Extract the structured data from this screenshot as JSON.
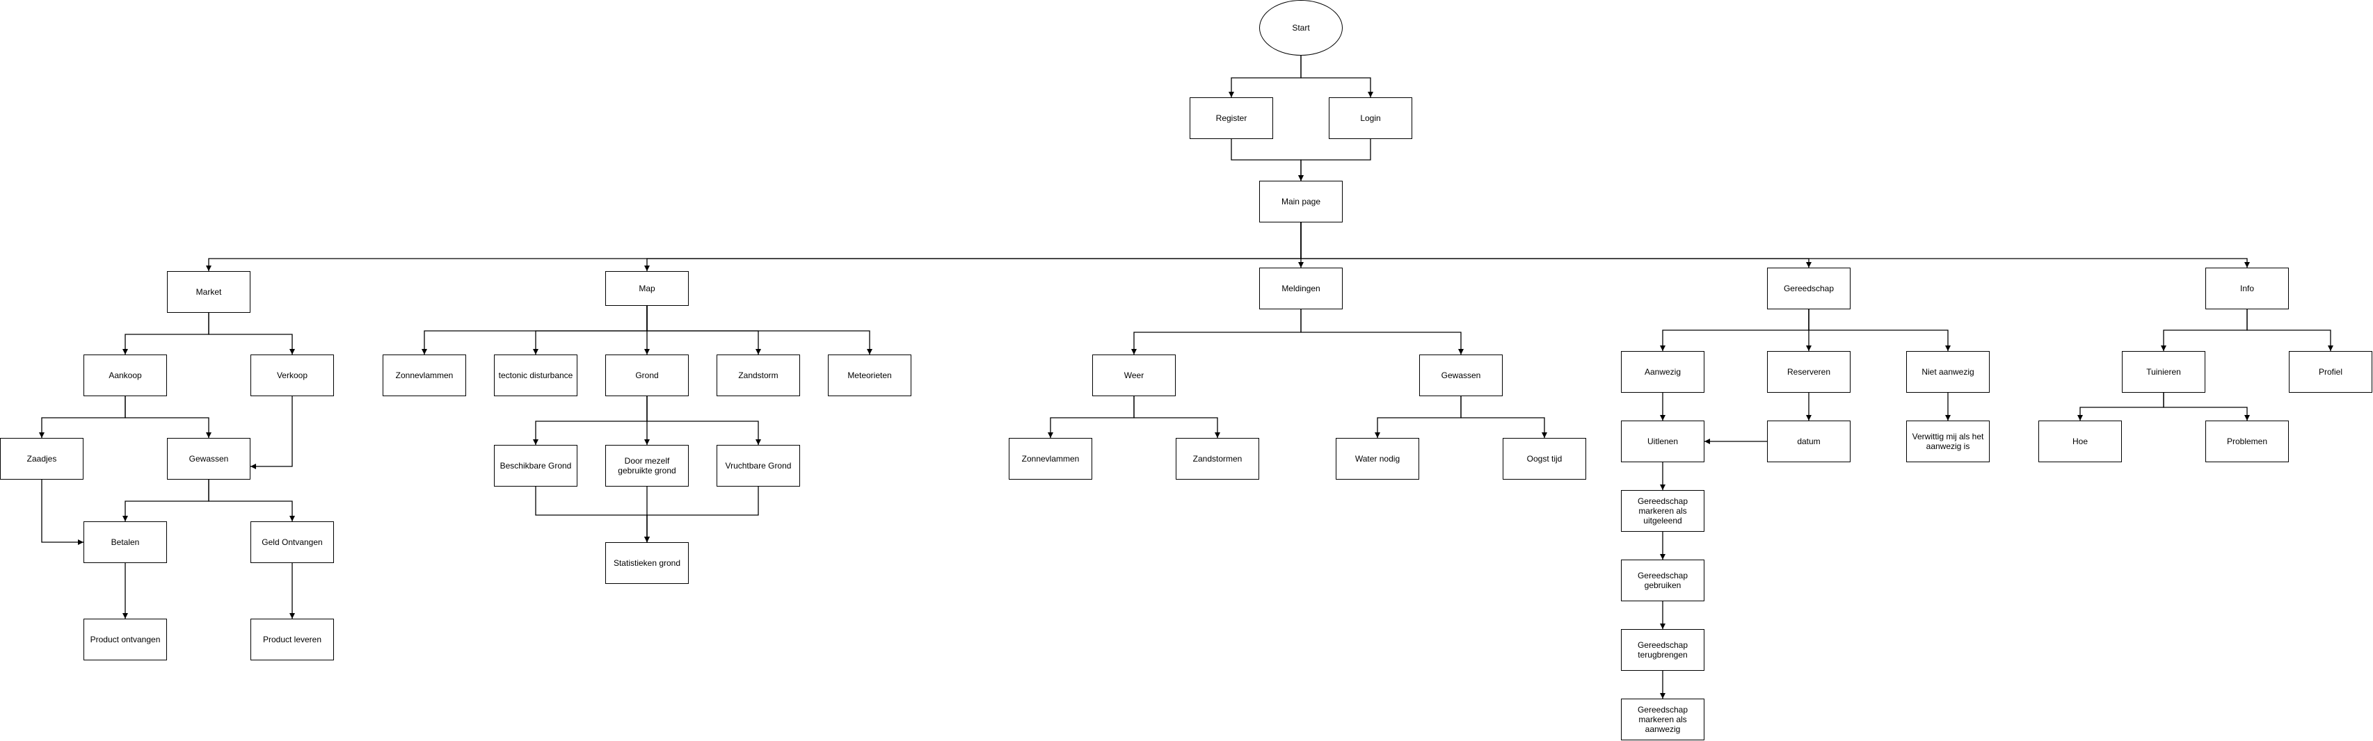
{
  "diagram": {
    "nodes": [
      {
        "id": "start",
        "label": "Start",
        "shape": "ellipse"
      },
      {
        "id": "register",
        "label": "Register"
      },
      {
        "id": "login",
        "label": "Login"
      },
      {
        "id": "main",
        "label": "Main page"
      },
      {
        "id": "market",
        "label": "Market"
      },
      {
        "id": "map",
        "label": "Map"
      },
      {
        "id": "meldingen",
        "label": "Meldingen"
      },
      {
        "id": "gereedschap",
        "label": "Gereedschap"
      },
      {
        "id": "info",
        "label": "Info"
      },
      {
        "id": "aankoop",
        "label": "Aankoop"
      },
      {
        "id": "verkoop",
        "label": "Verkoop"
      },
      {
        "id": "zaadjes",
        "label": "Zaadjes"
      },
      {
        "id": "gewassen_m",
        "label": "Gewassen"
      },
      {
        "id": "betalen",
        "label": "Betalen"
      },
      {
        "id": "geld",
        "label": "Geld Ontvangen"
      },
      {
        "id": "product_ontvangen",
        "label": "Product ontvangen"
      },
      {
        "id": "product_leveren",
        "label": "Product leveren"
      },
      {
        "id": "zonnevlammen_map",
        "label": "Zonnevlammen"
      },
      {
        "id": "tectonic",
        "label": "tectonic disturbance"
      },
      {
        "id": "grond",
        "label": "Grond"
      },
      {
        "id": "zandstorm",
        "label": "Zandstorm"
      },
      {
        "id": "meteorieten",
        "label": "Meteorieten"
      },
      {
        "id": "beschikbare",
        "label": "Beschikbare Grond"
      },
      {
        "id": "doormezelf",
        "label": "Door mezelf gebruikte grond"
      },
      {
        "id": "vruchtbare",
        "label": "Vruchtbare Grond"
      },
      {
        "id": "statistieken",
        "label": "Statistieken grond"
      },
      {
        "id": "weer",
        "label": "Weer"
      },
      {
        "id": "gewassen_meld",
        "label": "Gewassen"
      },
      {
        "id": "zonnevlammen_w",
        "label": "Zonnevlammen"
      },
      {
        "id": "zandstormen",
        "label": "Zandstormen"
      },
      {
        "id": "waternodig",
        "label": "Water nodig"
      },
      {
        "id": "oogsttijd",
        "label": "Oogst tijd"
      },
      {
        "id": "aanwezig",
        "label": "Aanwezig"
      },
      {
        "id": "reserveren",
        "label": "Reserveren"
      },
      {
        "id": "nietaanwezig",
        "label": "Niet aanwezig"
      },
      {
        "id": "uitlenen",
        "label": "Uitlenen"
      },
      {
        "id": "datum",
        "label": "datum"
      },
      {
        "id": "verwittig",
        "label": "Verwittig mij als het aanwezig is"
      },
      {
        "id": "markeren_uit",
        "label": "Gereedschap markeren als uitgeleend"
      },
      {
        "id": "gebruiken",
        "label": "Gereedschap gebruiken"
      },
      {
        "id": "terugbrengen",
        "label": "Gereedschap terugbrengen"
      },
      {
        "id": "markeren_aan",
        "label": "Gereedschap markeren als aanwezig"
      },
      {
        "id": "tuinieren",
        "label": "Tuinieren"
      },
      {
        "id": "profiel",
        "label": "Profiel"
      },
      {
        "id": "hoe",
        "label": "Hoe"
      },
      {
        "id": "problemen",
        "label": "Problemen"
      }
    ],
    "edges": [
      {
        "from": "start",
        "to": "register"
      },
      {
        "from": "start",
        "to": "login"
      },
      {
        "from": "register",
        "to": "main"
      },
      {
        "from": "login",
        "to": "main"
      },
      {
        "from": "main",
        "to": "market"
      },
      {
        "from": "main",
        "to": "map"
      },
      {
        "from": "main",
        "to": "meldingen"
      },
      {
        "from": "main",
        "to": "gereedschap"
      },
      {
        "from": "main",
        "to": "info"
      },
      {
        "from": "market",
        "to": "aankoop"
      },
      {
        "from": "market",
        "to": "verkoop"
      },
      {
        "from": "aankoop",
        "to": "zaadjes"
      },
      {
        "from": "aankoop",
        "to": "gewassen_m"
      },
      {
        "from": "verkoop",
        "to": "gewassen_m"
      },
      {
        "from": "zaadjes",
        "to": "betalen"
      },
      {
        "from": "gewassen_m",
        "to": "betalen"
      },
      {
        "from": "gewassen_m",
        "to": "geld"
      },
      {
        "from": "betalen",
        "to": "product_ontvangen"
      },
      {
        "from": "geld",
        "to": "product_leveren"
      },
      {
        "from": "map",
        "to": "zonnevlammen_map"
      },
      {
        "from": "map",
        "to": "tectonic"
      },
      {
        "from": "map",
        "to": "grond"
      },
      {
        "from": "map",
        "to": "zandstorm"
      },
      {
        "from": "map",
        "to": "meteorieten"
      },
      {
        "from": "grond",
        "to": "beschikbare"
      },
      {
        "from": "grond",
        "to": "doormezelf"
      },
      {
        "from": "grond",
        "to": "vruchtbare"
      },
      {
        "from": "beschikbare",
        "to": "statistieken"
      },
      {
        "from": "doormezelf",
        "to": "statistieken"
      },
      {
        "from": "vruchtbare",
        "to": "statistieken"
      },
      {
        "from": "meldingen",
        "to": "weer"
      },
      {
        "from": "meldingen",
        "to": "gewassen_meld"
      },
      {
        "from": "weer",
        "to": "zonnevlammen_w"
      },
      {
        "from": "weer",
        "to": "zandstormen"
      },
      {
        "from": "gewassen_meld",
        "to": "waternodig"
      },
      {
        "from": "gewassen_meld",
        "to": "oogsttijd"
      },
      {
        "from": "gereedschap",
        "to": "aanwezig"
      },
      {
        "from": "gereedschap",
        "to": "reserveren"
      },
      {
        "from": "gereedschap",
        "to": "nietaanwezig"
      },
      {
        "from": "aanwezig",
        "to": "uitlenen"
      },
      {
        "from": "reserveren",
        "to": "datum"
      },
      {
        "from": "datum",
        "to": "uitlenen"
      },
      {
        "from": "nietaanwezig",
        "to": "verwittig"
      },
      {
        "from": "uitlenen",
        "to": "markeren_uit"
      },
      {
        "from": "markeren_uit",
        "to": "gebruiken"
      },
      {
        "from": "gebruiken",
        "to": "terugbrengen"
      },
      {
        "from": "terugbrengen",
        "to": "markeren_aan"
      },
      {
        "from": "info",
        "to": "tuinieren"
      },
      {
        "from": "info",
        "to": "profiel"
      },
      {
        "from": "tuinieren",
        "to": "hoe"
      },
      {
        "from": "tuinieren",
        "to": "problemen"
      }
    ]
  }
}
